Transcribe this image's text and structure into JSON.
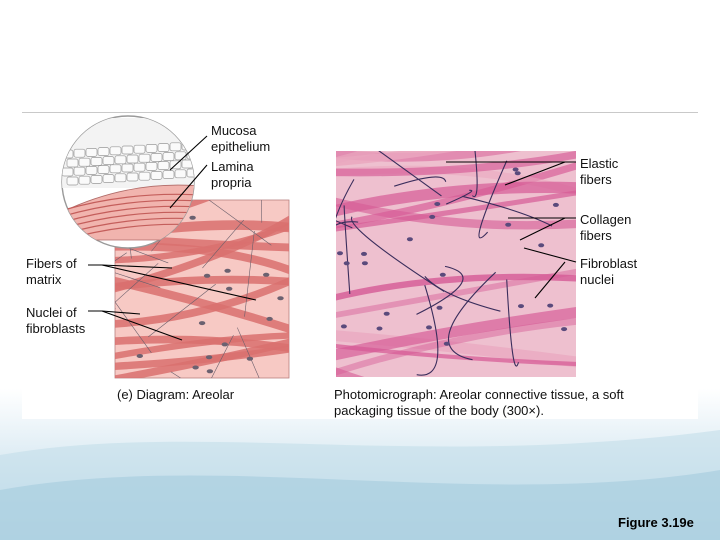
{
  "labels": {
    "mucosa_epithelium": "Mucosa\nepithelium",
    "lamina_propria": "Lamina\npropria",
    "fibers_of_matrix": "Fibers of\nmatrix",
    "nuclei_of_fibroblasts": "Nuclei of\nfibroblasts",
    "elastic_fibers": "Elastic\nfibers",
    "collagen_fibers": "Collagen\nfibers",
    "fibroblast_nuclei": "Fibroblast\nnuclei"
  },
  "captions": {
    "diagram": "(e) Diagram: Areolar",
    "photo": "Photomicrograph: Areolar connective tissue, a soft packaging tissue of the body (300×)."
  },
  "figure_ref": "Figure 3.19e",
  "colors": {
    "diagram_bg": "#f7c9c4",
    "collagen": "#d9706f",
    "photo_bg": "#eec0cf",
    "photo_fiber": "#d65b96",
    "elastic": "#3a2d5c",
    "nucleus": "#5a4a7c",
    "bottom_band": "#b3d3e3"
  }
}
